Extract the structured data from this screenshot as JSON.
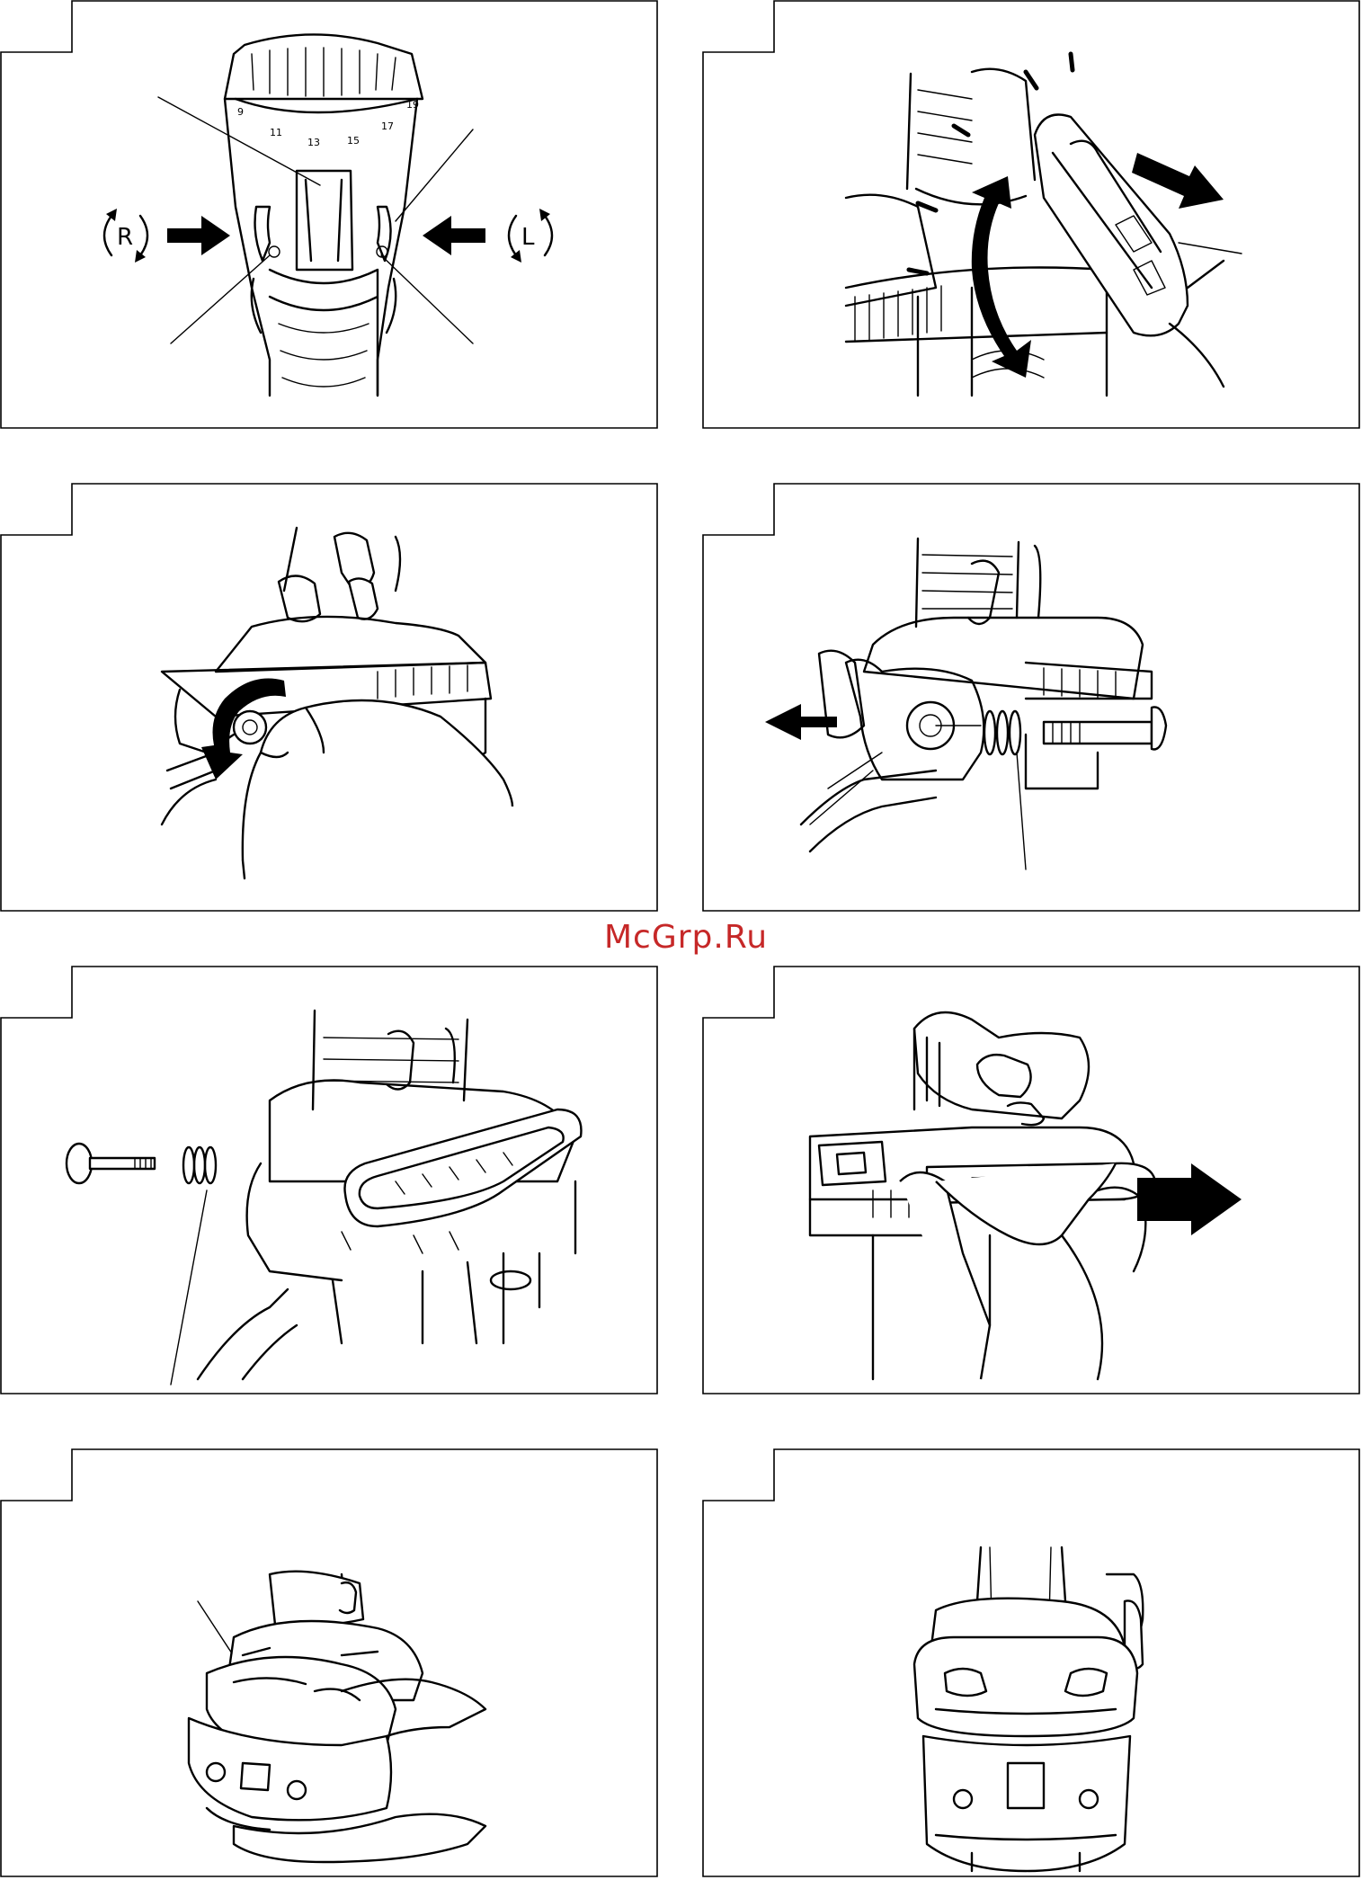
{
  "figures": {
    "fig1": {
      "rotation_right_label": "R",
      "rotation_left_label": "L",
      "scale_marks": [
        "9",
        "11",
        "13",
        "15",
        "17",
        "19"
      ]
    },
    "fig2": {},
    "fig3": {},
    "fig4": {},
    "fig5": {},
    "fig6": {},
    "fig7": {},
    "fig8": {}
  },
  "watermark": "McGrp.Ru",
  "colors": {
    "line": "#000000",
    "background": "#ffffff",
    "watermark": "#c62828"
  }
}
